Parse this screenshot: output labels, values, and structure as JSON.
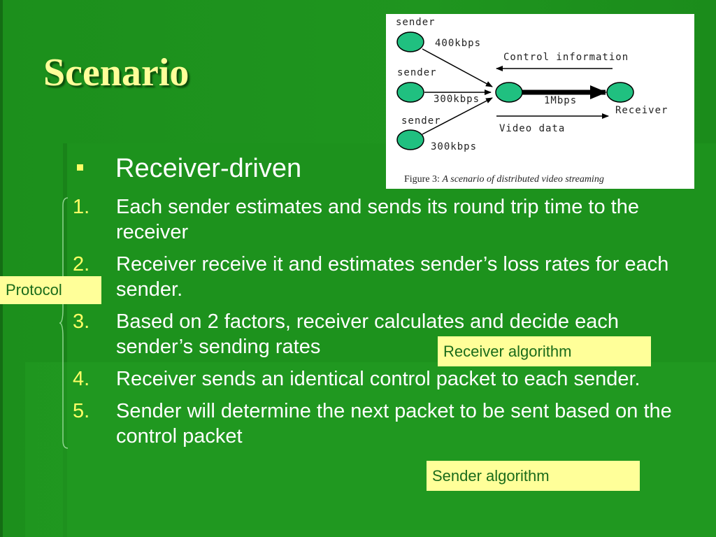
{
  "slide": {
    "title": "Scenario"
  },
  "figure": {
    "sender_labels": [
      "sender",
      "sender",
      "sender"
    ],
    "rate_labels": [
      "400kbps",
      "300kbps",
      "300kbps"
    ],
    "control_info_label": "Control information",
    "bandwidth_label": "1Mbps",
    "receiver_label": "Receiver",
    "video_data_label": "Video data",
    "caption_prefix": "Figure 3:",
    "caption_text": "A scenario of distributed video streaming",
    "node_color": "#20c080"
  },
  "bullet": {
    "text": "Receiver-driven"
  },
  "steps": [
    {
      "number": "1.",
      "text": "Each sender estimates and sends its round trip time to the receiver"
    },
    {
      "number": "2.",
      "text": "Receiver receive it and estimates sender’s loss rates for each sender."
    },
    {
      "number": "3.",
      "text": "Based on 2 factors, receiver calculates and decide each sender’s sending rates"
    },
    {
      "number": "4.",
      "text": "Receiver sends an identical control packet to each sender."
    },
    {
      "number": "5.",
      "text": "Sender will determine the next packet to be sent based on the control packet"
    }
  ],
  "labels": {
    "protocol": "Protocol",
    "receiver_algorithm": "Receiver algorithm",
    "sender_algorithm": "Sender algorithm"
  },
  "colors": {
    "background": "#1d921d",
    "title": "#ffff99",
    "label_box": "#ffff99",
    "list_number": "#ffff66"
  }
}
